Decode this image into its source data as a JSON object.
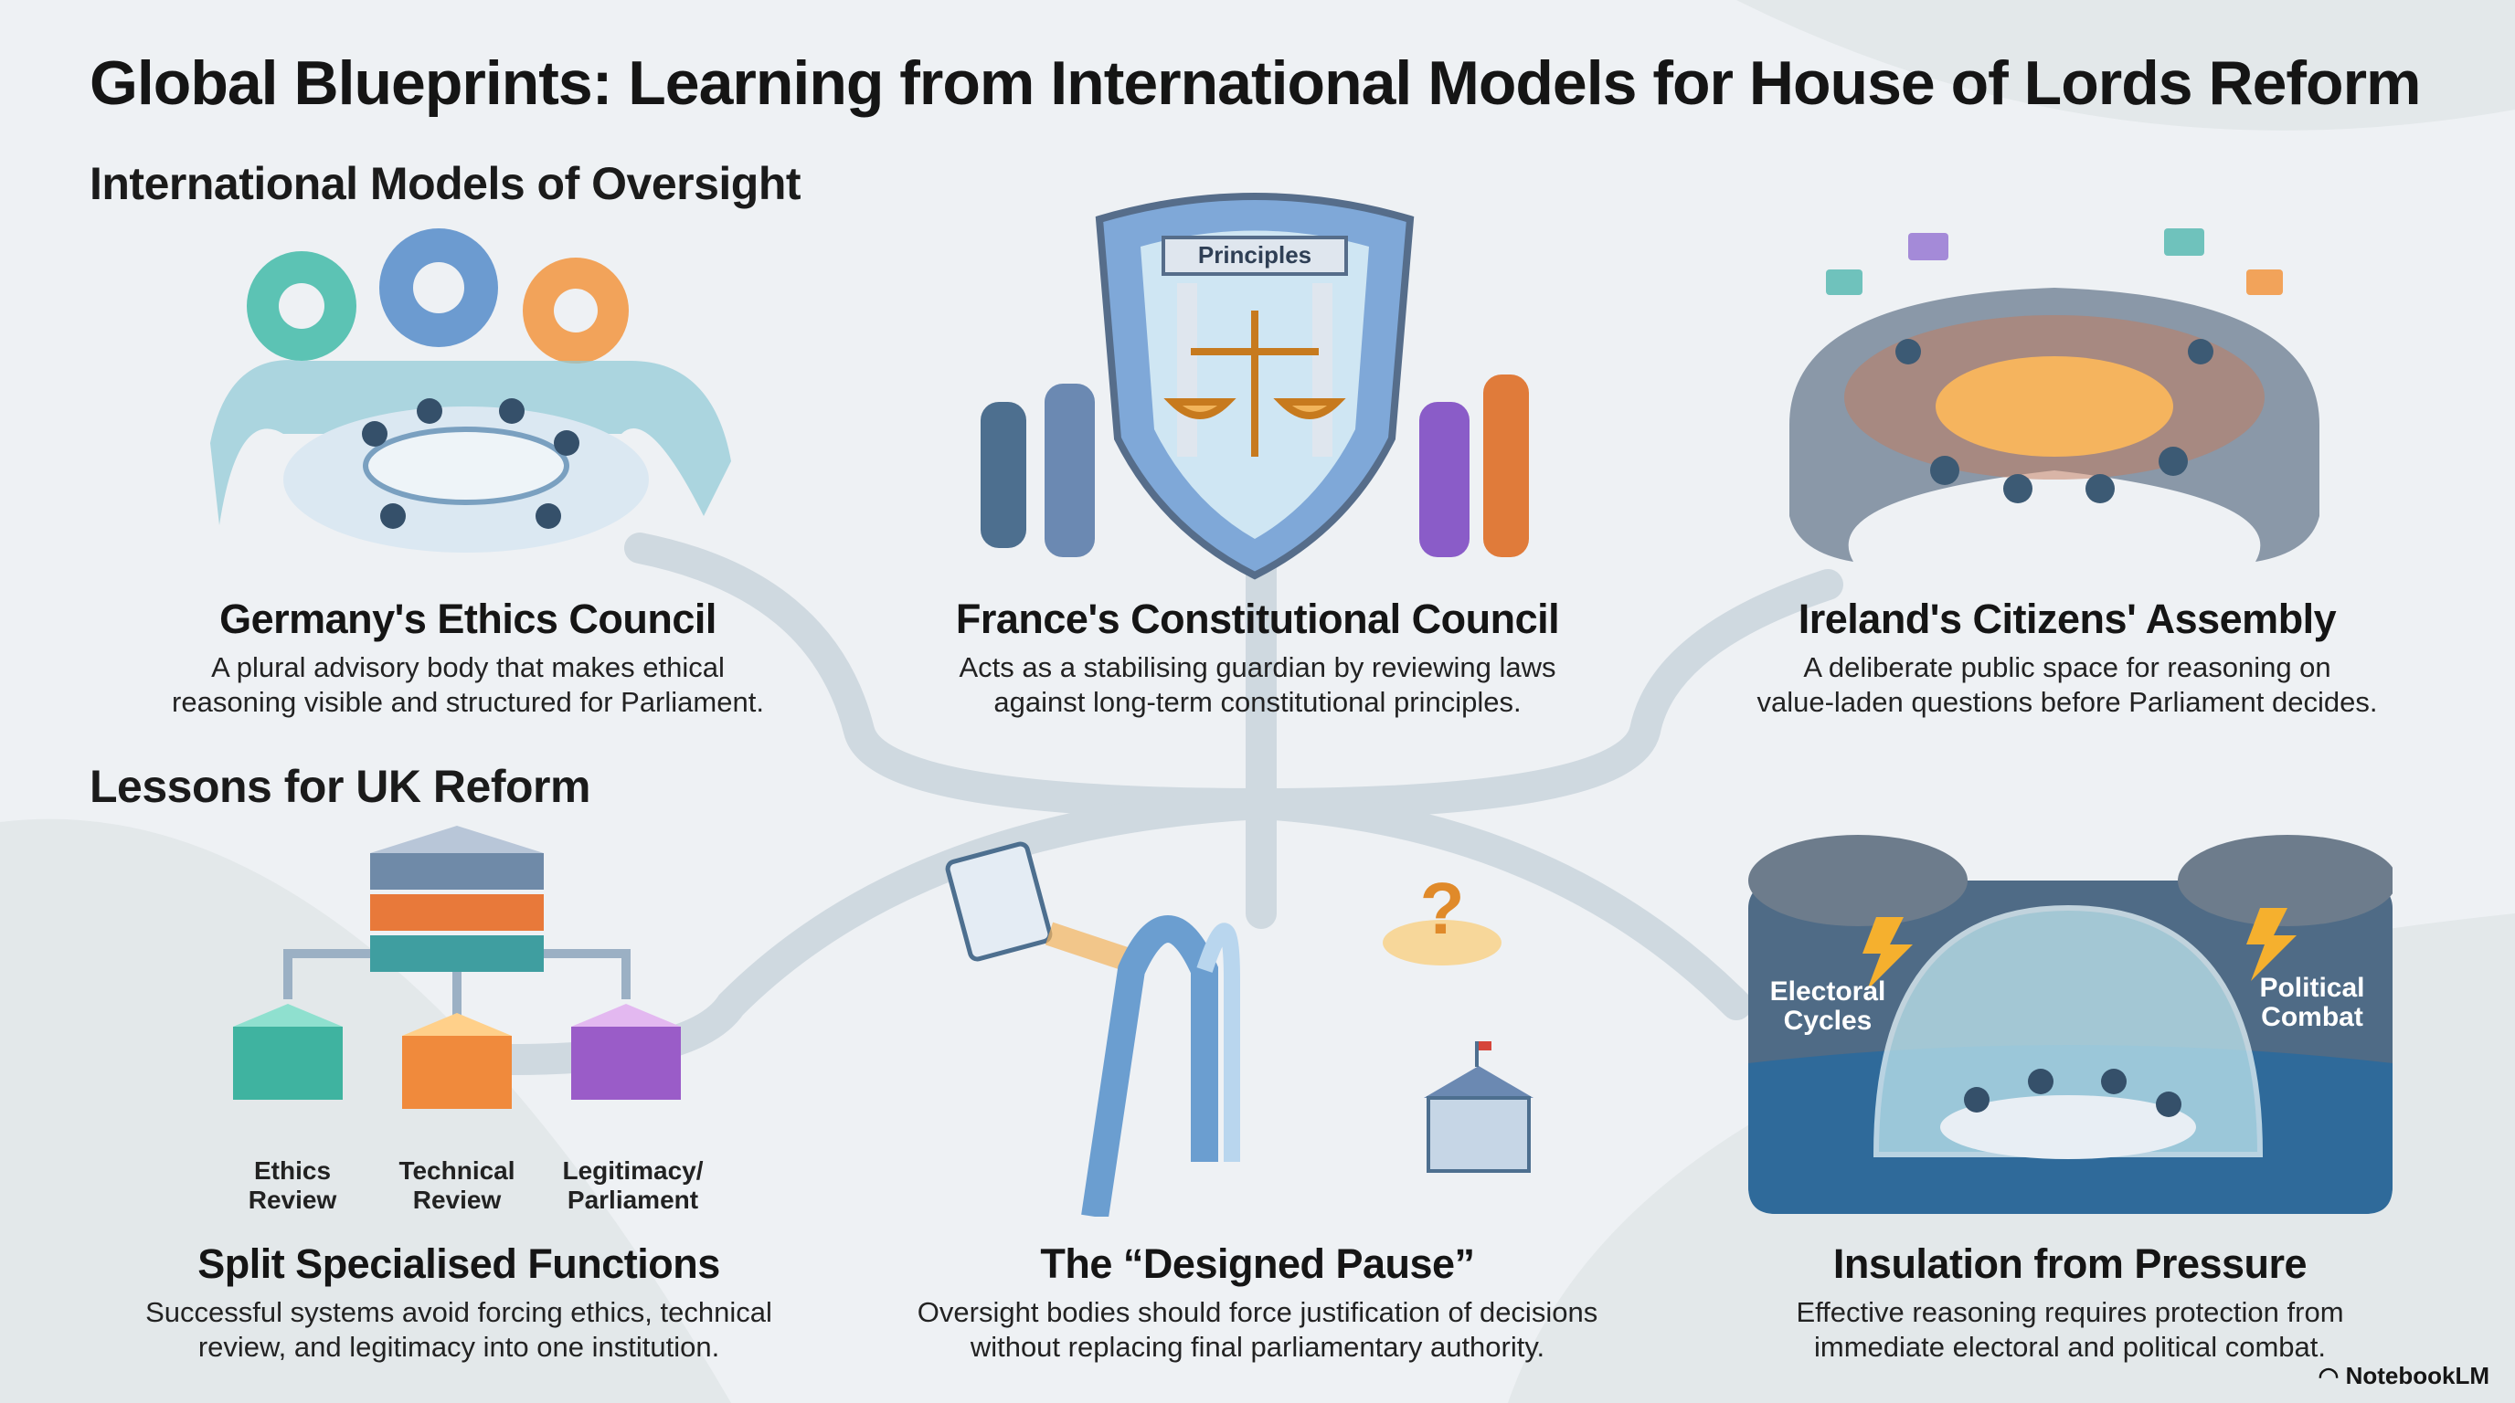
{
  "title": "Global Blueprints: Learning from International Models for House of Lords Reform",
  "sections": {
    "models": "International Models of Oversight",
    "lessons": "Lessons for UK Reform"
  },
  "models": [
    {
      "title": "Germany's Ethics Council",
      "desc_line1": "A plural advisory body that makes ethical",
      "desc_line2": "reasoning visible and structured for Parliament."
    },
    {
      "title": "France's Constitutional Council",
      "desc_line1": "Acts as a stabilising guardian by reviewing laws",
      "desc_line2": "against long-term constitutional principles.",
      "illustration_label": "Principles"
    },
    {
      "title": "Ireland's Citizens' Assembly",
      "desc_line1": "A deliberate public space for reasoning on",
      "desc_line2": "value-laden questions before Parliament decides."
    }
  ],
  "lessons": [
    {
      "title": "Split Specialised Functions",
      "desc_line1": "Successful systems avoid forcing ethics, technical",
      "desc_line2": "review, and legitimacy into one institution.",
      "labels": [
        [
          "Ethics",
          "Review"
        ],
        [
          "Technical",
          "Review"
        ],
        [
          "Legitimacy/",
          "Parliament"
        ]
      ]
    },
    {
      "title": "The “Designed Pause”",
      "desc_line1": "Oversight bodies should force justification of decisions",
      "desc_line2": "without replacing final parliamentary authority."
    },
    {
      "title": "Insulation from Pressure",
      "desc_line1": "Effective reasoning requires protection from",
      "desc_line2": "immediate electoral and political combat.",
      "labels": [
        [
          "Electoral",
          "Cycles"
        ],
        [
          "Political",
          "Combat"
        ]
      ]
    }
  ],
  "watermark": "NotebookLM",
  "colors": {
    "teal": "#3fb3b0",
    "orange": "#f08a3c",
    "purple": "#8a5cc8",
    "slate": "#5d7890",
    "path": "#c9d5de"
  }
}
